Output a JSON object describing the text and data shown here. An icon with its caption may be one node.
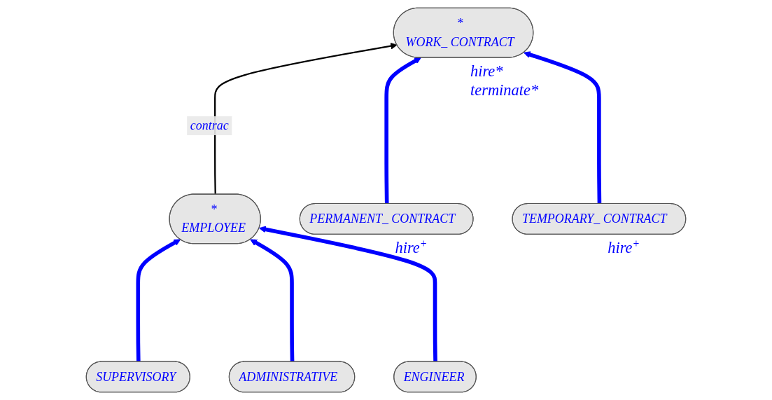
{
  "diagram": {
    "nodes": [
      {
        "text": [
          "*",
          "EMPLOYEE"
        ]
      },
      {
        "text": [
          "*",
          "WORK_ CONTRACT"
        ],
        "beside": [
          "hire*",
          "terminate*"
        ]
      },
      {
        "text": [
          "SUPERVISORY"
        ]
      },
      {
        "text": [
          "ENGINEER"
        ]
      },
      {
        "text": [
          "ADMINISTRATIVE"
        ]
      },
      {
        "text": [
          "PERMANENT_ CONTRACT"
        ],
        "beside": [
          "hire$^{+}$"
        ]
      },
      {
        "text": [
          "TEMPORARY_ CONTRACT"
        ],
        "beside": [
          "hire$^{+}$"
        ]
      }
    ],
    "edges": [
      {
        "from": 0,
        "to": 1,
        "arrow": "to",
        "label": "contrac",
        "color": "#000000"
      },
      {
        "from": 2,
        "to": 0,
        "arrow": "to"
      },
      {
        "from": 4,
        "to": 0,
        "arrow": "to"
      },
      {
        "from": 3,
        "to": 0,
        "arrow": "to"
      },
      {
        "from": 5,
        "to": 1,
        "arrow": "to"
      },
      {
        "from": 6,
        "to": 1,
        "arrow": "to"
      }
    ]
  }
}
